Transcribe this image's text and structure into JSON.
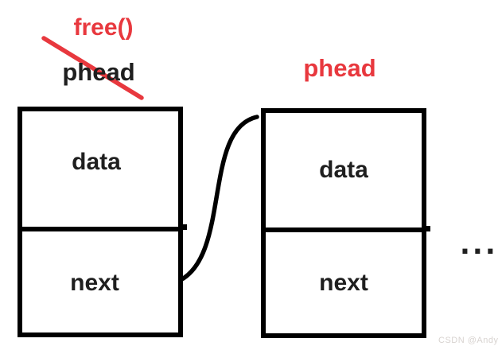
{
  "colors": {
    "red": "#e8383e",
    "ink": "#000000",
    "text": "#1f1f1f",
    "watermark": "#d8d3d0"
  },
  "annotations": {
    "free_label": "free()",
    "phead_old": "phead",
    "phead_new": "phead"
  },
  "nodes": [
    {
      "data_label": "data",
      "next_label": "next"
    },
    {
      "data_label": "data",
      "next_label": "next"
    }
  ],
  "ellipsis_label": "...",
  "watermark_label": "CSDN @Andy"
}
